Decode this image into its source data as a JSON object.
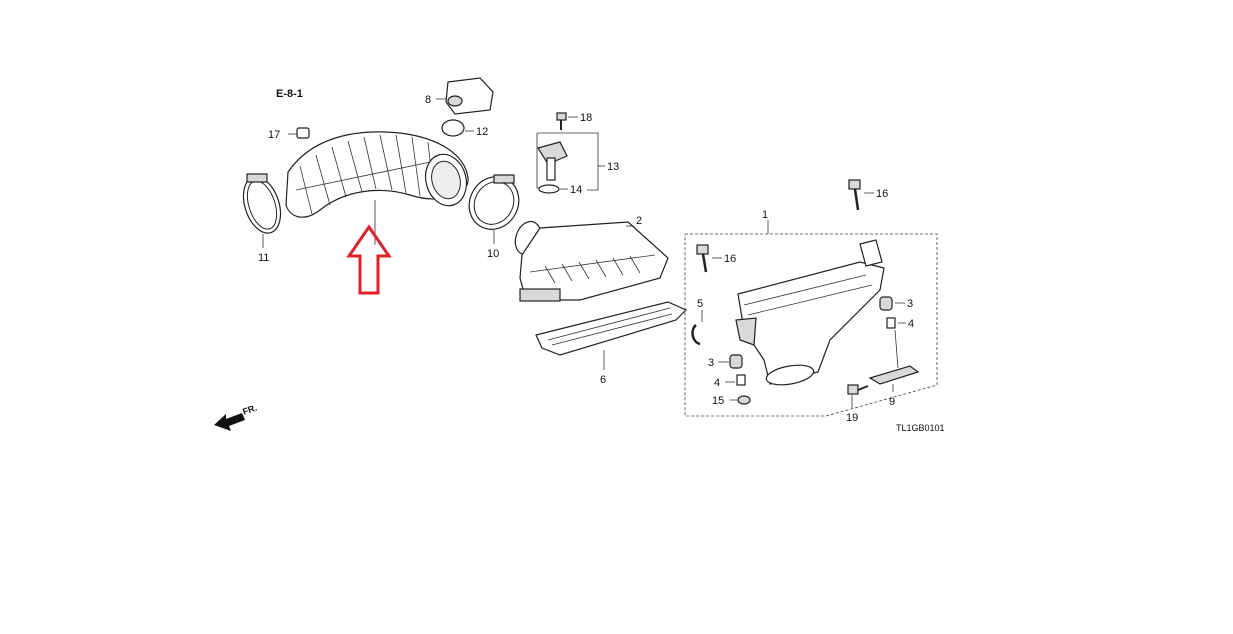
{
  "diagram": {
    "reference": "E-8-1",
    "drawing_code": "TL1GB0101",
    "front_label": "FR.",
    "highlight_color": "#e0202a",
    "callouts": {
      "p1": "1",
      "p2": "2",
      "p3a": "3",
      "p3b": "3",
      "p4a": "4",
      "p4b": "4",
      "p5": "5",
      "p6": "6",
      "p8": "8",
      "p9": "9",
      "p10": "10",
      "p11": "11",
      "p12": "12",
      "p13": "13",
      "p14": "14",
      "p15": "15",
      "p16a": "16",
      "p16b": "16",
      "p17": "17",
      "p18": "18",
      "p19": "19"
    }
  }
}
